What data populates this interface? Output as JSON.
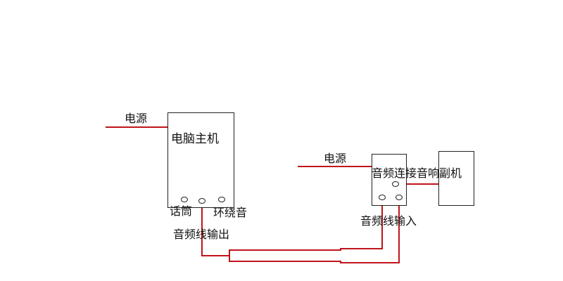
{
  "colors": {
    "wire": "#c0141a",
    "outline": "#222222",
    "text": "#111111",
    "background": "#ffffff"
  },
  "computer": {
    "label": "电脑主机",
    "power_label": "电源",
    "port_mic": "话筒",
    "port_surround": "环绕音",
    "output_label": "音频线输出"
  },
  "speaker": {
    "power_label": "电源",
    "link_label": "音频连接音响副机",
    "input_label": "音频线输入"
  },
  "sub_speaker": {
    "label": ""
  }
}
